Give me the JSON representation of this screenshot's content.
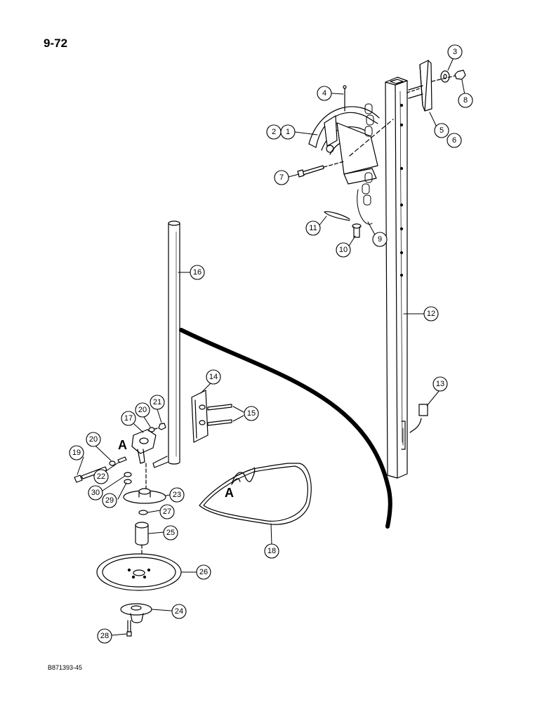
{
  "page_number": "9-72",
  "figure_code": "B871393-45",
  "detail_letter": "A",
  "callouts": {
    "c1": "1",
    "c2": "2",
    "c3": "3",
    "c4": "4",
    "c5": "5",
    "c6": "6",
    "c7": "7",
    "c8": "8",
    "c9": "9",
    "c10": "10",
    "c11": "11",
    "c12": "12",
    "c13": "13",
    "c14": "14",
    "c15": "15",
    "c16": "16",
    "c17": "17",
    "c18": "18",
    "c19": "19",
    "c20a": "20",
    "c20b": "20",
    "c21": "21",
    "c22": "22",
    "c23": "23",
    "c24": "24",
    "c25": "25",
    "c26": "26",
    "c27": "27",
    "c28": "28",
    "c29": "29",
    "c30": "30"
  }
}
